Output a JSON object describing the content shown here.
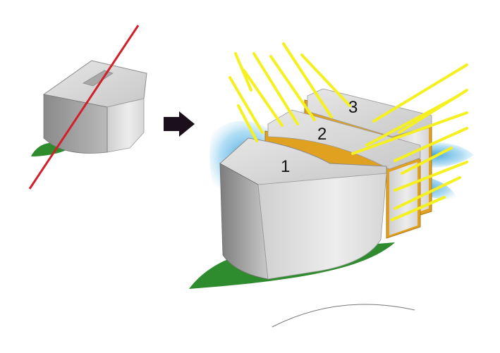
{
  "labels": {
    "block_1": "1",
    "block_2": "2",
    "block_3": "3"
  },
  "colors": {
    "block_face": "#9e9e9e",
    "block_top": "#d9d9d9",
    "frame": "#e0a020",
    "ground": "#2e8b2e",
    "cut_line": "#d0202a",
    "rays": "#f5f020",
    "wind": "#4aaee0",
    "arrow": "#1a0f1a"
  },
  "icons": {
    "transition": "arrow-right-icon"
  }
}
